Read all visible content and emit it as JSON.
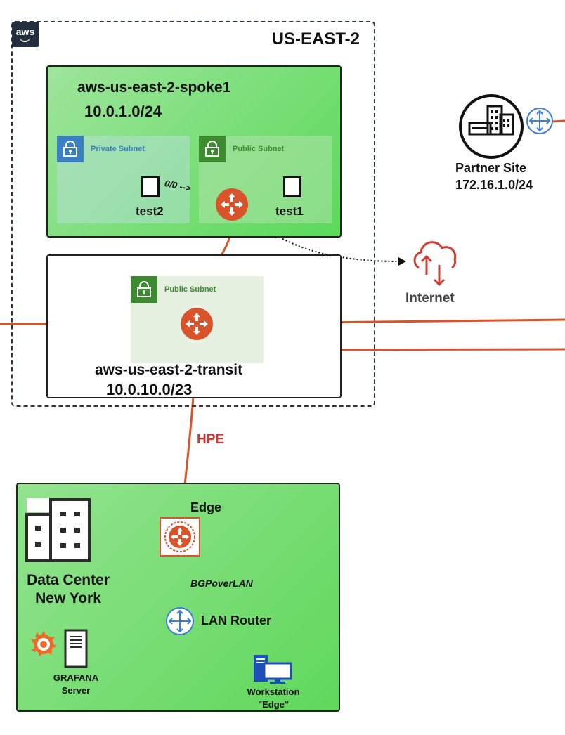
{
  "region": {
    "name": "US-EAST-2",
    "logo_text": "aws"
  },
  "spoke": {
    "name": "aws-us-east-2-spoke1",
    "cidr": "10.0.1.0/24",
    "private_subnet": "Private Subnet",
    "public_subnet": "Public Subnet",
    "instance_a": "test2",
    "instance_b": "test1",
    "route_label": "0/0 -->"
  },
  "transit": {
    "name": "aws-us-east-2-transit",
    "cidr": "10.0.10.0/23",
    "public_subnet": "Public Subnet"
  },
  "partner": {
    "name": "Partner Site",
    "cidr": "172.16.1.0/24"
  },
  "internet": {
    "label": "Internet"
  },
  "link": {
    "label": "HPE"
  },
  "datacenter": {
    "name_line1": "Data Center",
    "name_line2": "New York",
    "edge_label": "Edge",
    "bgp_label": "BGPoverLAN",
    "lan_router_label": "LAN Router",
    "grafana_line1": "GRAFANA",
    "grafana_line2": "Server",
    "workstation_line1": "Workstation",
    "workstation_line2": "\"Edge\""
  },
  "colors": {
    "link_orange": "#d9532b",
    "router_blue": "#3b7ddd",
    "vpc_green": "#5bd95a",
    "private_blue": "#3a7fc1",
    "public_green": "#3d8b2f",
    "hpe_red": "#d0342c",
    "internet_red": "#d23c32"
  },
  "icons": [
    "aws-logo-icon",
    "lock-icon",
    "instance-icon",
    "router-icon",
    "building-icon",
    "cloud-icon",
    "grafana-icon",
    "server-icon",
    "workstation-icon"
  ]
}
